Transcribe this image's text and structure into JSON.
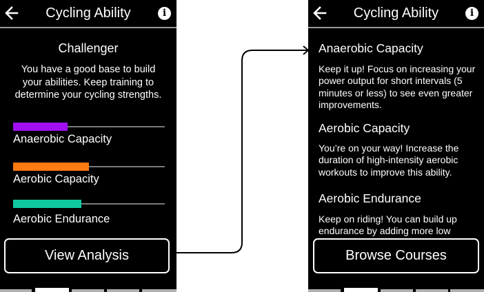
{
  "left_screen": {
    "header": {
      "title": "Cycling Ability",
      "back_icon": "arrow-left-icon",
      "info_icon": "info-icon",
      "info_glyph": "i"
    },
    "level": "Challenger",
    "summary": "You have a good base to build your abilities. Keep training to determine your cycling strengths.",
    "abilities": [
      {
        "label": "Anaerobic Capacity",
        "color": "#a010f0",
        "percent": 36
      },
      {
        "label": "Aerobic Capacity",
        "color": "#ff7a10",
        "percent": 50
      },
      {
        "label": "Aerobic Endurance",
        "color": "#10c8a0",
        "percent": 45
      }
    ],
    "button": {
      "label": "View Analysis"
    },
    "pager": {
      "count": 5,
      "active": 1
    }
  },
  "right_screen": {
    "header": {
      "title": "Cycling Ability",
      "back_icon": "arrow-left-icon",
      "info_icon": "info-icon",
      "info_glyph": "i"
    },
    "sections": [
      {
        "title": "Anaerobic Capacity",
        "body": "Keep it up! Focus on increasing your power output for short intervals (5 minutes or less) to see even greater improvements."
      },
      {
        "title": "Aerobic Capacity",
        "body": "You’re on your way! Increase the duration of high-intensity aerobic workouts to improve this ability."
      },
      {
        "title": "Aerobic Endurance",
        "body": "Keep on riding! You can build up endurance by adding more low"
      }
    ],
    "button": {
      "label": "Browse Courses"
    },
    "pager": {
      "count": 5,
      "active": 1
    }
  },
  "connector": {
    "from": "View Analysis",
    "to": "Anaerobic Capacity"
  }
}
